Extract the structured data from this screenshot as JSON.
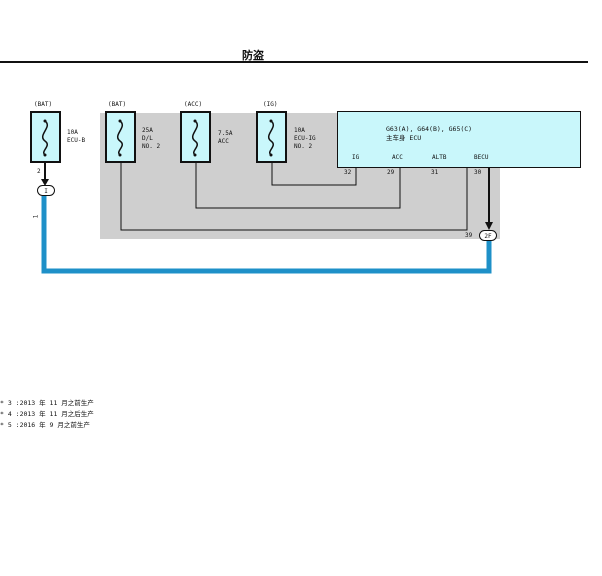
{
  "title": "防盗",
  "ecu": {
    "line1": "G63(A), G64(B), G65(C)",
    "line2": "主车身 ECU",
    "pins": [
      {
        "name": "IG",
        "num": "32"
      },
      {
        "name": "ACC",
        "num": "29"
      },
      {
        "name": "ALTB",
        "num": "31"
      },
      {
        "name": "BECU",
        "num": "30"
      }
    ]
  },
  "fuses": [
    {
      "source": "(BAT)",
      "line1": "10A",
      "line2": "ECU-B",
      "line3": ""
    },
    {
      "source": "(BAT)",
      "line1": "25A",
      "line2": "D/L",
      "line3": "NO. 2"
    },
    {
      "source": "(ACC)",
      "line1": "7.5A",
      "line2": "ACC",
      "line3": ""
    },
    {
      "source": "(IG)",
      "line1": "10A",
      "line2": "ECU-IG",
      "line3": "NO. 2"
    }
  ],
  "connectors": {
    "left_pin": "2",
    "left_label": "I",
    "left_wire": "1",
    "right_pin": "39",
    "right_label": "2F"
  },
  "notes": [
    "* 3 :2013 年 11 月之前生产",
    "* 4 :2013 年 11 月之后生产",
    "* 5 :2016 年 9 月之前生产"
  ],
  "colors": {
    "wire_blue": "#1e90c8",
    "ecu_fill": "#c9f7fb",
    "panel_gray": "#cfcfcf"
  }
}
